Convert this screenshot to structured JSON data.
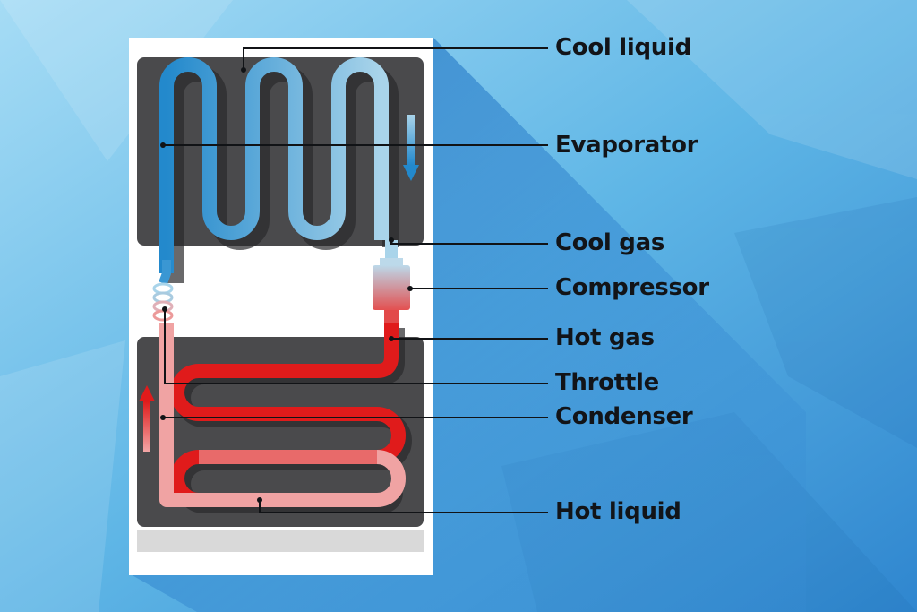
{
  "labels": {
    "cool_liquid": "Cool liquid",
    "evaporator": "Evaporator",
    "cool_gas": "Cool gas",
    "compressor": "Compressor",
    "hot_gas": "Hot gas",
    "throttle": "Throttle",
    "condenser": "Condenser",
    "hot_liquid": "Hot liquid"
  },
  "colors": {
    "background_light": "#8fd3f3",
    "background_dark": "#2b86d0",
    "fridge_body": "#ffffff",
    "panel": "#4a4a4c",
    "cold_pipe": "#2a8fd0",
    "cold_pipe_light": "#a8d6ee",
    "hot_pipe": "#e01b1b",
    "hot_pipe_light": "#f0a0a0",
    "label_text": "#121418"
  },
  "icons": {
    "flow_down": "arrow-down-icon",
    "flow_up": "arrow-up-icon"
  }
}
